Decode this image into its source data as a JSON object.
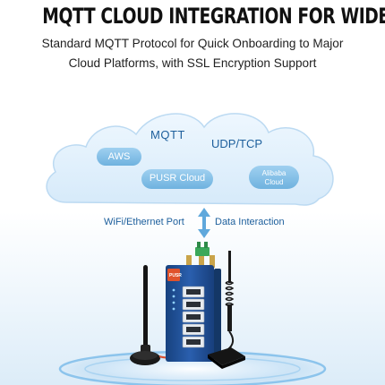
{
  "header": {
    "title": "MQTT CLOUD INTEGRATION FOR WIDE ACCESS",
    "subtitle_line1": "Standard MQTT Protocol for Quick Onboarding to Major",
    "subtitle_line2": "Cloud Platforms, with SSL Encryption Support"
  },
  "cloud": {
    "protocol_mqtt": "MQTT",
    "protocol_udp_tcp": "UDP/TCP",
    "platforms": [
      {
        "label": "AWS"
      },
      {
        "label": "PUSR Cloud"
      },
      {
        "label_line1": "Alibaba",
        "label_line2": "Cloud"
      }
    ]
  },
  "link": {
    "left_label": "WiFi/Ethernet Port",
    "right_label": "Data Interaction"
  },
  "device": {
    "brand": "PUSR",
    "port_count": 5
  },
  "colors": {
    "cloud_fill": "#e3f1fc",
    "cloud_stroke": "#b8d9f2",
    "pill": "#7dbde6",
    "accent_blue": "#1d5f9c",
    "device_body": "#1f4f9a",
    "device_accent": "#e0522b"
  }
}
